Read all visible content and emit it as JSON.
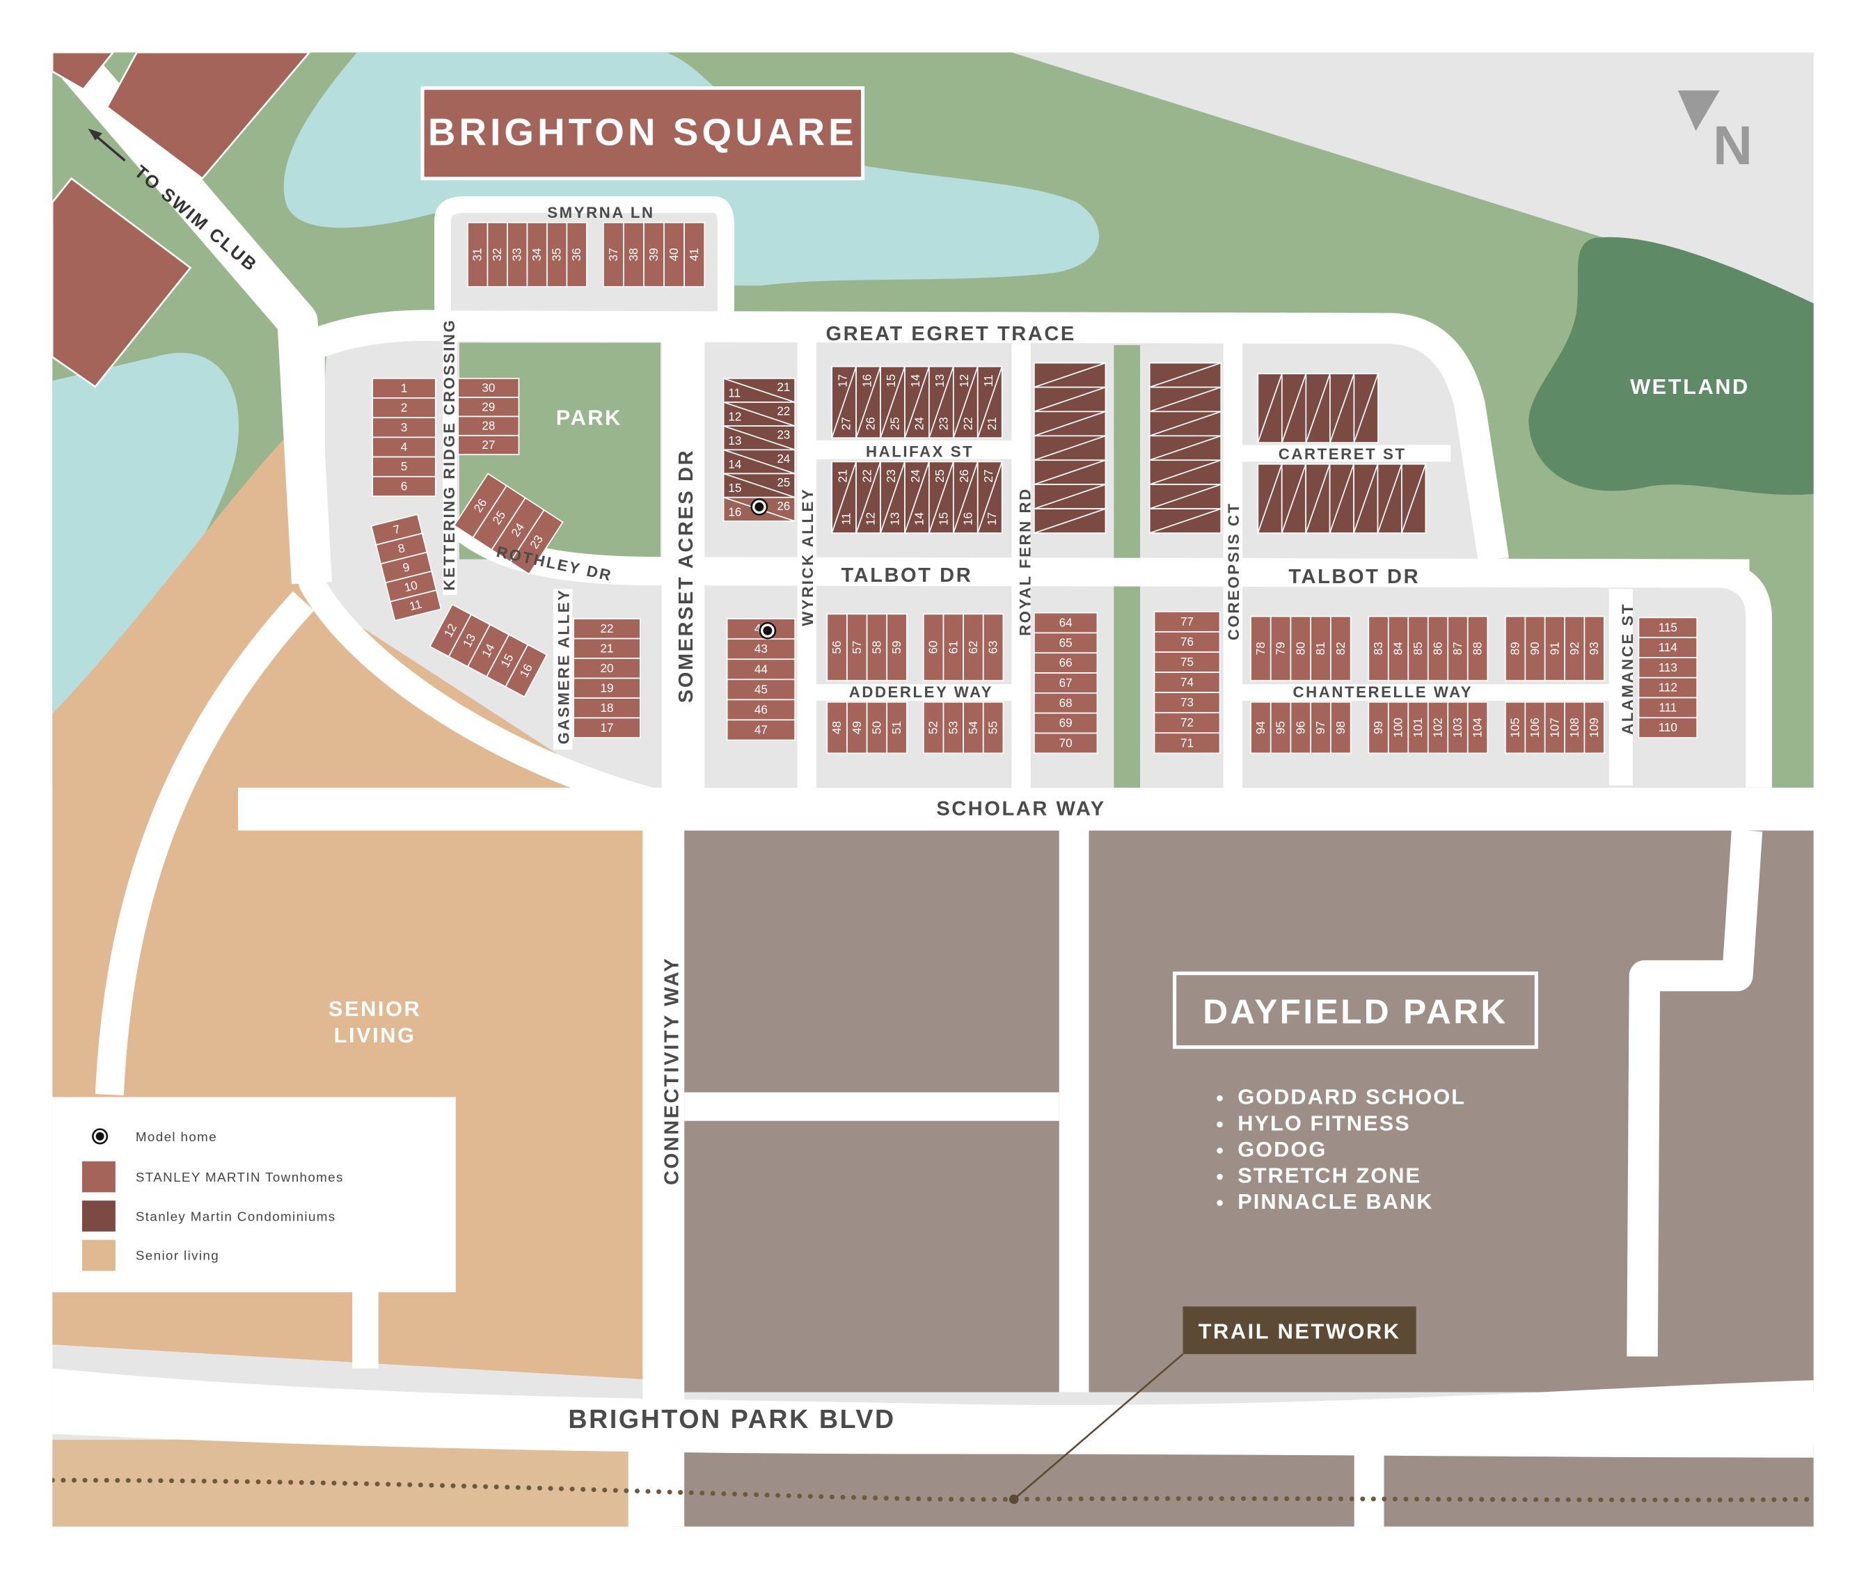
{
  "title": "BRIGHTON SQUARE",
  "north_label": "N",
  "areas": {
    "park": "PARK",
    "wetland": "WETLAND",
    "senior_living_1": "SENIOR",
    "senior_living_2": "LIVING",
    "dayfield_park": "DAYFIELD PARK",
    "trail_network": "TRAIL NETWORK",
    "swim_club": "TO SWIM CLUB"
  },
  "dayfield_tenants": [
    "GODDARD SCHOOL",
    "HYLO FITNESS",
    "GODOG",
    "STRETCH ZONE",
    "PINNACLE BANK"
  ],
  "streets": {
    "smyrna": "SMYRNA LN",
    "great_egret": "GREAT EGRET TRACE",
    "halifax": "HALIFAX ST",
    "carteret": "CARTERET ST",
    "kettering": "KETTERING RIDGE CROSSING",
    "rothley": "ROTHLEY DR",
    "somerset": "SOMERSET ACRES DR",
    "wyrick": "WYRICK ALLEY",
    "royal_fern": "ROYAL FERN RD",
    "coreopsis": "COREOPSIS CT",
    "talbot_1": "TALBOT DR",
    "talbot_2": "TALBOT DR",
    "gasmere": "GASMERE ALLEY",
    "adderley": "ADDERLEY WAY",
    "chanterelle": "CHANTERELLE WAY",
    "alamance": "ALAMANCE ST",
    "scholar": "SCHOLAR WAY",
    "connectivity": "CONNECTIVITY WAY",
    "brighton_park": "BRIGHTON PARK BLVD"
  },
  "legend": [
    {
      "label": "Model home",
      "icon": "model-home-icon"
    },
    {
      "label": "STANLEY MARTIN Townhomes",
      "color": "#a5645a"
    },
    {
      "label": "Stanley Martin Condominiums",
      "color": "#7b4a42"
    },
    {
      "label": "Senior living",
      "color": "#e0b992"
    }
  ],
  "colors": {
    "townhome": "#a5645a",
    "condo": "#7b4a42",
    "senior": "#e0b992",
    "dayfield": "#9e8e88",
    "green": "#98b58e",
    "water": "#b5dedc",
    "wetland": "#5f8a66",
    "trail": "#5c4a35"
  },
  "lots": {
    "groups": [
      {
        "name": "smyrna-west",
        "type": "townhome",
        "numbers": [
          "31",
          "32",
          "33",
          "34",
          "35",
          "36"
        ]
      },
      {
        "name": "smyrna-east",
        "type": "townhome",
        "numbers": [
          "37",
          "38",
          "39",
          "40",
          "41"
        ]
      },
      {
        "name": "kettering-1-6",
        "type": "townhome",
        "numbers": [
          "1",
          "2",
          "3",
          "4",
          "5",
          "6"
        ]
      },
      {
        "name": "kettering-30-27",
        "type": "townhome",
        "numbers": [
          "30",
          "29",
          "28",
          "27"
        ]
      },
      {
        "name": "rothley-26-23",
        "type": "townhome",
        "numbers": [
          "26",
          "25",
          "24",
          "23"
        ]
      },
      {
        "name": "kettering-7-11",
        "type": "townhome",
        "numbers": [
          "7",
          "8",
          "9",
          "10",
          "11"
        ]
      },
      {
        "name": "rothley-12-16",
        "type": "townhome",
        "numbers": [
          "12",
          "13",
          "14",
          "15",
          "16"
        ]
      },
      {
        "name": "gasmere-22-17",
        "type": "townhome",
        "numbers": [
          "22",
          "21",
          "20",
          "19",
          "18",
          "17"
        ]
      },
      {
        "name": "adderley-42-47",
        "type": "townhome",
        "numbers": [
          "42",
          "43",
          "44",
          "45",
          "46",
          "47"
        ]
      },
      {
        "name": "adderley-56-59",
        "type": "townhome",
        "numbers": [
          "56",
          "57",
          "58",
          "59"
        ]
      },
      {
        "name": "adderley-60-63",
        "type": "townhome",
        "numbers": [
          "60",
          "61",
          "62",
          "63"
        ]
      },
      {
        "name": "adderley-48-51",
        "type": "townhome",
        "numbers": [
          "48",
          "49",
          "50",
          "51"
        ]
      },
      {
        "name": "adderley-52-55",
        "type": "townhome",
        "numbers": [
          "52",
          "53",
          "54",
          "55"
        ]
      },
      {
        "name": "royal-fern-64-70",
        "type": "townhome",
        "numbers": [
          "64",
          "65",
          "66",
          "67",
          "68",
          "69",
          "70"
        ]
      },
      {
        "name": "coreopsis-77-71",
        "type": "townhome",
        "numbers": [
          "77",
          "76",
          "75",
          "74",
          "73",
          "72",
          "71"
        ]
      },
      {
        "name": "chanterelle-78-82",
        "type": "townhome",
        "numbers": [
          "78",
          "79",
          "80",
          "81",
          "82"
        ]
      },
      {
        "name": "chanterelle-83-88",
        "type": "townhome",
        "numbers": [
          "83",
          "84",
          "85",
          "86",
          "87",
          "88"
        ]
      },
      {
        "name": "chanterelle-89-93",
        "type": "townhome",
        "numbers": [
          "89",
          "90",
          "91",
          "92",
          "93"
        ]
      },
      {
        "name": "chanterelle-94-98",
        "type": "townhome",
        "numbers": [
          "94",
          "95",
          "96",
          "97",
          "98"
        ]
      },
      {
        "name": "chanterelle-99-104",
        "type": "townhome",
        "numbers": [
          "99",
          "100",
          "101",
          "102",
          "103",
          "104"
        ]
      },
      {
        "name": "chanterelle-105-109",
        "type": "townhome",
        "numbers": [
          "105",
          "106",
          "107",
          "108",
          "109"
        ]
      },
      {
        "name": "alamance-115-110",
        "type": "townhome",
        "numbers": [
          "115",
          "114",
          "113",
          "112",
          "111",
          "110"
        ]
      }
    ],
    "condo_groups": [
      {
        "name": "wyrick-condos",
        "pairs": [
          [
            "11",
            "21"
          ],
          [
            "12",
            "22"
          ],
          [
            "13",
            "23"
          ],
          [
            "14",
            "24"
          ],
          [
            "15",
            "25"
          ],
          [
            "16",
            "26"
          ]
        ]
      },
      {
        "name": "halifax-north-condos",
        "pairs": [
          [
            "17",
            "27"
          ],
          [
            "16",
            "26"
          ],
          [
            "15",
            "25"
          ],
          [
            "14",
            "24"
          ],
          [
            "13",
            "23"
          ],
          [
            "12",
            "22"
          ],
          [
            "11",
            "21"
          ]
        ]
      },
      {
        "name": "halifax-south-condos",
        "pairs": [
          [
            "21",
            "11"
          ],
          [
            "22",
            "12"
          ],
          [
            "23",
            "13"
          ],
          [
            "24",
            "14"
          ],
          [
            "25",
            "15"
          ],
          [
            "26",
            "16"
          ],
          [
            "27",
            "17"
          ]
        ]
      },
      {
        "name": "royal-fern-condos",
        "pairs": [
          [
            "",
            ""
          ],
          [
            "",
            ""
          ],
          [
            "",
            ""
          ],
          [
            "",
            ""
          ],
          [
            "",
            ""
          ],
          [
            "",
            ""
          ],
          [
            "",
            ""
          ]
        ]
      },
      {
        "name": "coreopsis-condos",
        "pairs": [
          [
            "",
            ""
          ],
          [
            "",
            ""
          ],
          [
            "",
            ""
          ],
          [
            "",
            ""
          ],
          [
            "",
            ""
          ],
          [
            "",
            ""
          ],
          [
            "",
            ""
          ]
        ]
      },
      {
        "name": "carteret-north-condos",
        "pairs": [
          [
            "",
            ""
          ],
          [
            "",
            ""
          ],
          [
            "",
            ""
          ],
          [
            "",
            ""
          ],
          [
            "",
            ""
          ]
        ]
      },
      {
        "name": "carteret-south-condos",
        "pairs": [
          [
            "",
            ""
          ],
          [
            "",
            ""
          ],
          [
            "",
            ""
          ],
          [
            "",
            ""
          ],
          [
            "",
            ""
          ],
          [
            "",
            ""
          ],
          [
            "",
            ""
          ]
        ]
      }
    ]
  }
}
